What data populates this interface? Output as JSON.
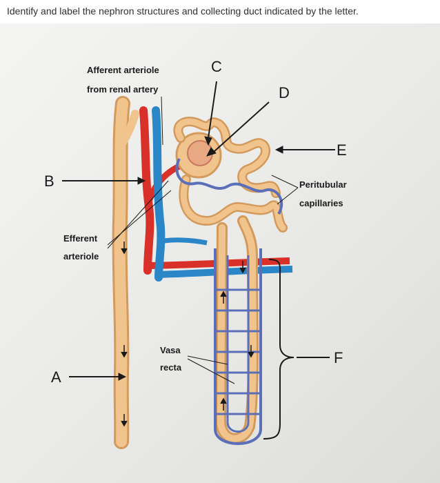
{
  "question": "Identify and label the nephron structures and collecting duct indicated by the letter.",
  "diagram": {
    "letters": {
      "a": "A",
      "b": "B",
      "c": "C",
      "d": "D",
      "e": "E",
      "f": "F"
    },
    "labels": {
      "afferent_line1": "Afferent arteriole",
      "afferent_line2": "from renal artery",
      "efferent_line1": "Efferent",
      "efferent_line2": "arteriole",
      "peritubular_line1": "Peritubular",
      "peritubular_line2": "capillaries",
      "vasa_line1": "Vasa",
      "vasa_line2": "recta"
    },
    "colors": {
      "tubule": "#f2c48d",
      "tubule_edge": "#d39a5c",
      "artery": "#d9302a",
      "vein": "#2a86c6",
      "capillary": "#5a6fb8"
    }
  }
}
